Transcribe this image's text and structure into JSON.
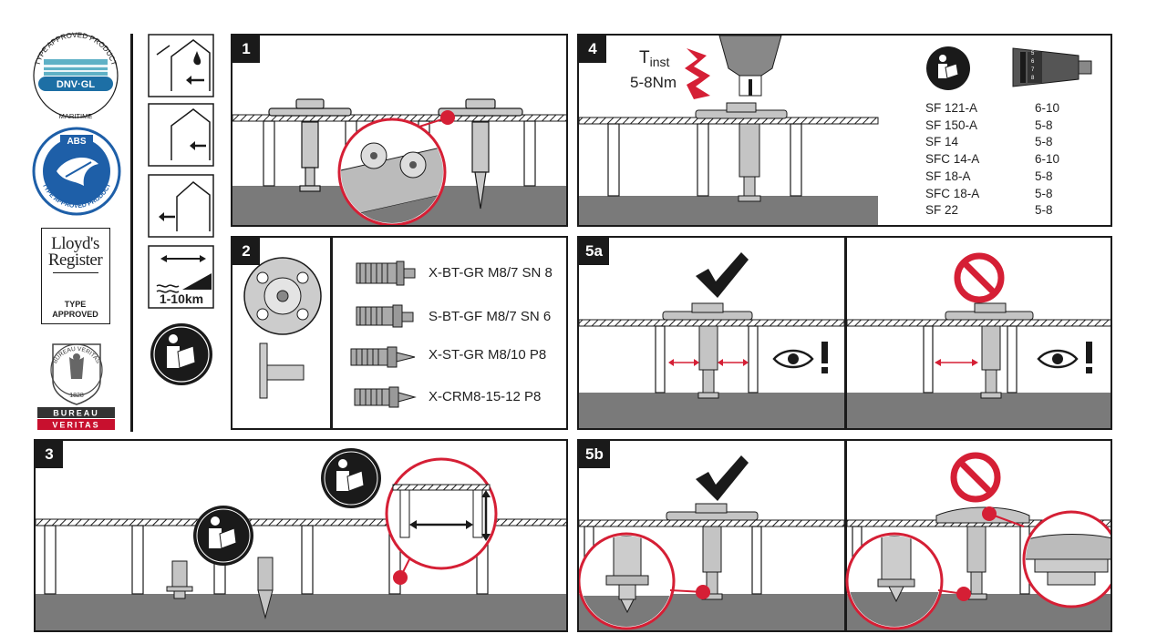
{
  "approvals": {
    "dnv": {
      "top_text": "TYPE APPROVED PRODUCT",
      "name": "DNV·GL",
      "bottom_text": "MARITIME"
    },
    "abs": {
      "name": "ABS",
      "ring_text": "TYPE APPROVED PRODUCT"
    },
    "lloyds": {
      "line1": "Lloyd's",
      "line2": "Register",
      "type": "TYPE",
      "approved": "APPROVED"
    },
    "bureau_veritas": {
      "ring_text": "BUREAU VERITAS",
      "year": "1828",
      "band1": "BUREAU",
      "band2": "VERITAS"
    }
  },
  "environment": {
    "distance_label": "1-10km"
  },
  "steps": {
    "s1": "1",
    "s2": "2",
    "s3": "3",
    "s4": "4",
    "s5a": "5a",
    "s5b": "5b"
  },
  "anchors": [
    {
      "label": "X-BT-GR M8/7 SN 8"
    },
    {
      "label": "S-BT-GF M8/7 SN 6"
    },
    {
      "label": "X-ST-GR M8/10 P8"
    },
    {
      "label": "X-CRM8-15-12 P8"
    }
  ],
  "torque": {
    "symbol": "T",
    "subscript": "inst",
    "range": "5-8Nm",
    "table": [
      {
        "model": "SF 121-A",
        "value": "6-10"
      },
      {
        "model": "SF 150-A",
        "value": "5-8"
      },
      {
        "model": "SF 14",
        "value": "5-8"
      },
      {
        "model": "SFC 14-A",
        "value": "6-10"
      },
      {
        "model": "SF 18-A",
        "value": "5-8"
      },
      {
        "model": "SFC 18-A",
        "value": "5-8"
      },
      {
        "model": "SF 22",
        "value": "5-8"
      }
    ],
    "clutch_marks": [
      "5",
      "6",
      "7",
      "8"
    ]
  },
  "colors": {
    "accent": "#d51f35",
    "ink": "#1a1a1a",
    "steel": "#777777",
    "bv_red": "#c8102e",
    "dnv_blue": "#1d6fa5"
  }
}
